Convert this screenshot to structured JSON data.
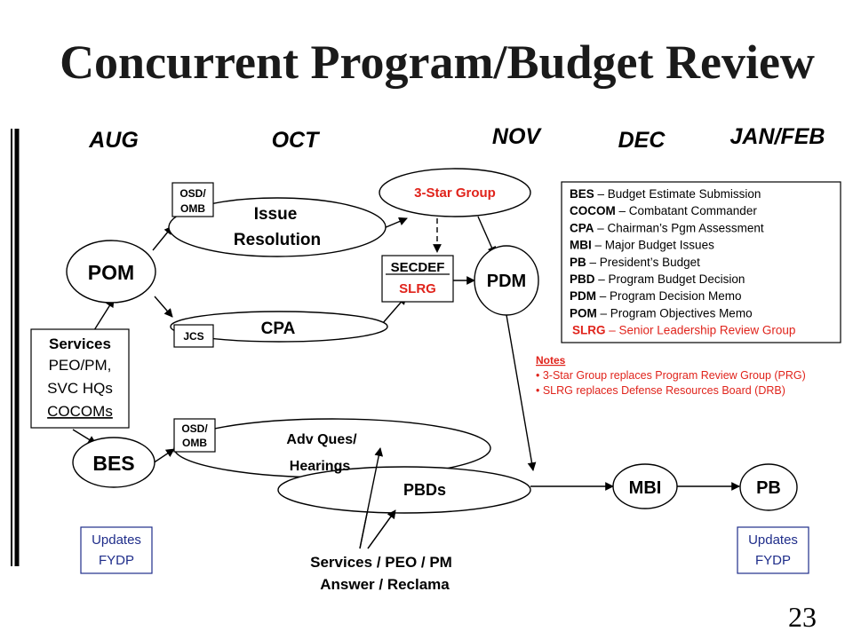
{
  "title": "Concurrent Program/Budget Review",
  "months": [
    "AUG",
    "OCT",
    "NOV",
    "DEC",
    "JAN/FEB"
  ],
  "nodes": {
    "pom": "POM",
    "bes": "BES",
    "services": [
      "Services",
      "PEO/PM,",
      "SVC HQs",
      "COCOMs"
    ],
    "osd_omb_top": [
      "OSD/",
      "OMB"
    ],
    "issue_resolution": [
      "Issue",
      "Resolution"
    ],
    "jcs": "JCS",
    "cpa": "CPA",
    "three_star": "3-Star Group",
    "secdef": "SECDEF",
    "slrg": "SLRG",
    "pdm": "PDM",
    "osd_omb_bottom": [
      "OSD/",
      "OMB"
    ],
    "adv_ques": [
      "Adv Ques/",
      "Hearings"
    ],
    "pbds": "PBDs",
    "mbi": "MBI",
    "pb": "PB",
    "services_answer": [
      "Services / PEO / PM",
      "Answer / Reclama"
    ],
    "updates_left": [
      "Updates",
      "FYDP"
    ],
    "updates_right": [
      "Updates",
      "FYDP"
    ]
  },
  "legend": [
    {
      "abbr": "BES",
      "desc": "Budget Estimate Submission",
      "color": "#000000"
    },
    {
      "abbr": "COCOM",
      "desc": "Combatant Commander",
      "color": "#000000"
    },
    {
      "abbr": "CPA",
      "desc": "Chairman’s Pgm Assessment",
      "color": "#000000"
    },
    {
      "abbr": "MBI",
      "desc": "Major Budget Issues",
      "color": "#000000"
    },
    {
      "abbr": "PB",
      "desc": "President’s Budget",
      "color": "#000000"
    },
    {
      "abbr": "PBD",
      "desc": "Program Budget Decision",
      "color": "#000000"
    },
    {
      "abbr": "PDM",
      "desc": "Program Decision Memo",
      "color": "#000000"
    },
    {
      "abbr": "POM",
      "desc": "Program Objectives Memo",
      "color": "#000000"
    },
    {
      "abbr": "SLRG",
      "desc": "Senior Leadership Review Group",
      "color": "#e0231b"
    }
  ],
  "legend_sep": " – ",
  "notes": {
    "heading": "Notes",
    "items": [
      "• 3-Star Group replaces Program Review Group (PRG)",
      "• SLRG replaces Defense Resources Board (DRB)"
    ]
  },
  "page_number": "23",
  "colors": {
    "accent_red": "#e0231b",
    "accent_blue": "#1f2d8a"
  }
}
